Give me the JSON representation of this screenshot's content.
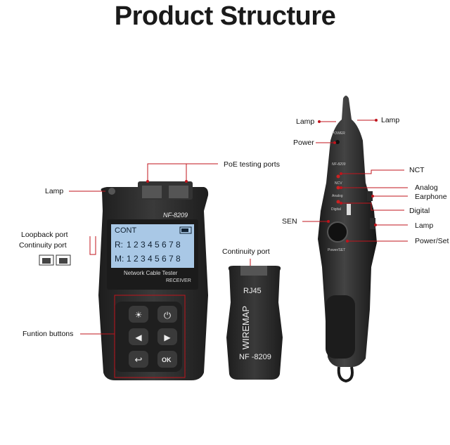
{
  "title": "Product Structure",
  "main_unit": {
    "model": "NF-8209",
    "screen_mode": "CONT",
    "row_r_prefix": "R:",
    "row_m_prefix": "M:",
    "pins": "1 2 3 4 5 6 7 8",
    "brand_line": "Network Cable Tester",
    "sub_line": "RECEIVER",
    "ok_label": "OK"
  },
  "remote_unit": {
    "port_type": "RJ45",
    "name": "WIREMAP",
    "model": "NF -8209"
  },
  "probe": {
    "power_mark": "POWER",
    "model": "NF-8209",
    "led_ncv": "NCV",
    "led_analog": "Analog",
    "led_digital": "Digital",
    "button_label": "Power/SET"
  },
  "callouts": {
    "lamp_left": "Lamp",
    "poe": "PoE testing ports",
    "loopback": "Loopback port",
    "continuity_left": "Continuity port",
    "function_buttons": "Funtion buttons",
    "continuity_remote": "Continuity port",
    "probe_lamp_top_left": "Lamp",
    "probe_lamp_top_right": "Lamp",
    "probe_power": "Power",
    "probe_ncv": "NCT",
    "probe_analog": "Analog",
    "probe_earphone": "Earphone",
    "probe_digital": "Digital",
    "probe_sen": "SEN",
    "probe_lamp_side": "Lamp",
    "probe_power_set": "Power/Set"
  },
  "colors": {
    "device_body": "#2b2b2b",
    "screen": "#a9c8e6",
    "callout_line": "#c0141c"
  }
}
